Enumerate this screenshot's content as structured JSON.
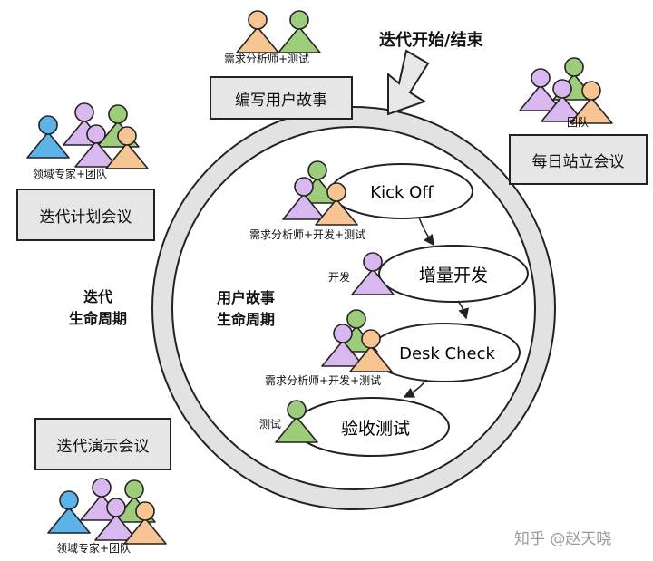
{
  "boxes": {
    "write_stories": "编写用户故事",
    "daily_standup": "每日站立会议",
    "iteration_planning": "迭代计划会议",
    "iteration_demo": "迭代演示会议"
  },
  "roles": {
    "ba_test": "需求分析师+测试",
    "team": "团队",
    "domain_team_left": "领域专家+团队",
    "ba_dev_test_1": "需求分析师+开发+测试",
    "dev": "开发",
    "ba_dev_test_2": "需求分析师+开发+测试",
    "test": "测试",
    "domain_team_bottom": "领域专家+团队"
  },
  "cycle": {
    "start_end": "迭代开始/结束",
    "outer_line1": "迭代",
    "outer_line2": "生命周期",
    "inner_line1": "用户故事",
    "inner_line2": "生命周期"
  },
  "steps": [
    "Kick Off",
    "增量开发",
    "Desk Check",
    "验收测试"
  ],
  "watermark": "知乎 @赵天晓",
  "colors": {
    "purple": "#d9b8f0",
    "green": "#9dcc7a",
    "orange": "#f7c594",
    "blue": "#5cb3e8",
    "box_fill": "#e6e6e6"
  }
}
